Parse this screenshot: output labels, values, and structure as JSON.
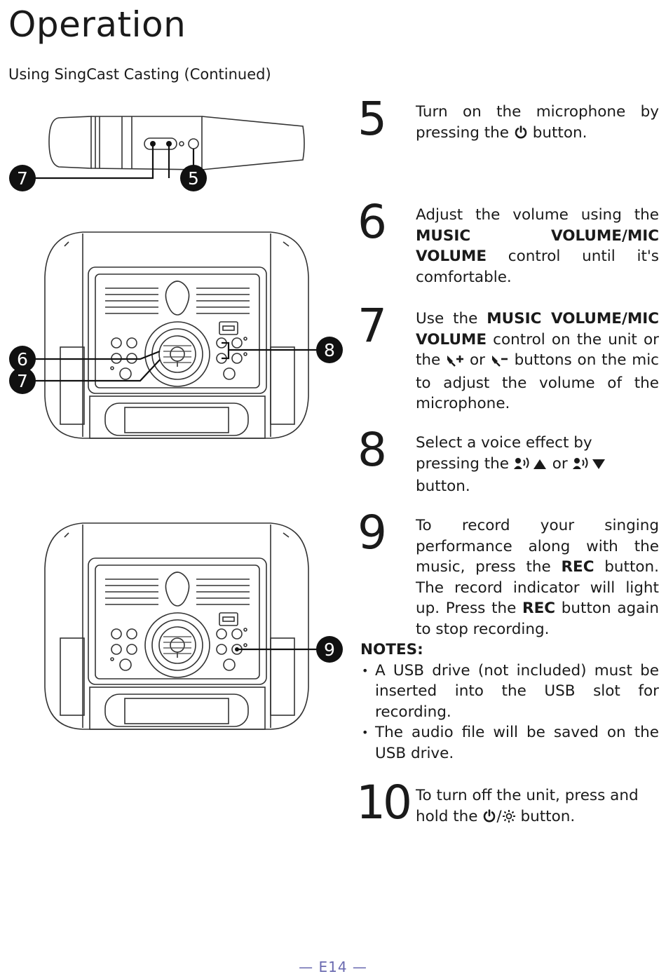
{
  "header": {
    "title": "Operation",
    "subtitle": "Using SingCast Casting (Continued)"
  },
  "figures": {
    "mic_callouts": [
      "7",
      "5"
    ],
    "unit_callouts_top": [
      "6",
      "7",
      "8"
    ],
    "unit_callouts_bottom": [
      "9"
    ]
  },
  "steps": [
    {
      "num": "5",
      "a": "Turn on the microphone by pressing the",
      "b": "button."
    },
    {
      "num": "6",
      "a": "Adjust the volume using the",
      "bold": "MUSIC VOLUME/MIC VOLUME",
      "b": "control until it's comfortable."
    },
    {
      "num": "7",
      "a": "Use the",
      "bold": "MUSIC VOLUME/MIC VOLUME",
      "b": "control on the unit or the",
      "c": "or",
      "d": "buttons on the mic to adjust the volume of the microphone."
    },
    {
      "num": "8",
      "a": "Select a voice effect by pressing the",
      "c": "or",
      "b": "button."
    },
    {
      "num": "9",
      "a": "To record your singing performance along with the music, press the",
      "bold": "REC",
      "b": "button. The record indicator will light up. Press the",
      "bold2": "REC",
      "c": "button again to stop recording."
    },
    {
      "num": "10",
      "a": "To turn off the unit, press and hold the",
      "b": "button."
    }
  ],
  "notes": {
    "title": "NOTES:",
    "items": [
      "A USB drive (not included) must be inserted into the USB slot for recording.",
      "The audio file will be saved on the USB drive."
    ]
  },
  "footer": {
    "page": "— E14 —"
  },
  "icons": [
    "power-icon",
    "mic-plus-icon",
    "mic-minus-icon",
    "voice-effect-up-icon",
    "voice-effect-down-icon",
    "light-icon"
  ],
  "colors": {
    "ink": "#1a1a1a",
    "callout": "#111111",
    "footer": "#6a6ab0"
  }
}
